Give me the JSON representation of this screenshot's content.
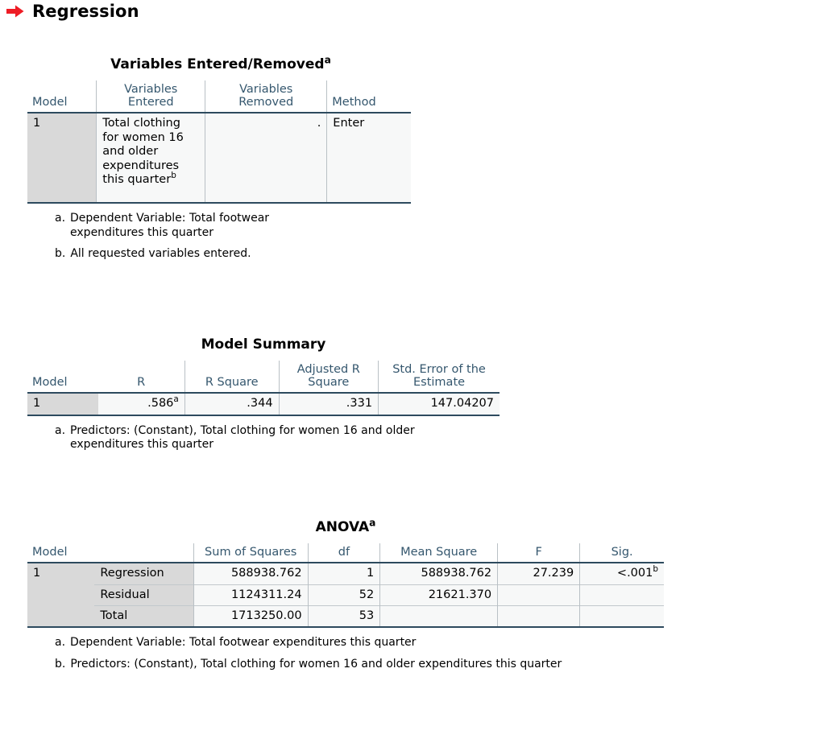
{
  "section": {
    "icon": "red-right-arrow-icon",
    "title": "Regression",
    "accent_color": "#ee1c25"
  },
  "theme": {
    "header_text": "#35576e",
    "rule_color": "#2d4a5e",
    "label_cell_bg": "#d9d9d9",
    "data_cell_bg": "#f7f8f8",
    "grid_color": "#b9c0c5"
  },
  "tables": [
    {
      "id": "variables-entered-removed",
      "title": "Variables Entered/Removed",
      "title_sup": "a",
      "columns": [
        "Model",
        "Variables Entered",
        "Variables Removed",
        "Method"
      ],
      "rows": [
        {
          "model": "1",
          "variables_entered": "Total clothing for women 16 and older expenditures this quarter",
          "variables_entered_sup": "b",
          "variables_removed": ".",
          "method": "Enter"
        }
      ],
      "notes": [
        {
          "mark": "a.",
          "text": "Dependent Variable: Total footwear expenditures this quarter"
        },
        {
          "mark": "b.",
          "text": "All requested variables entered."
        }
      ]
    },
    {
      "id": "model-summary",
      "title": "Model Summary",
      "title_sup": "",
      "columns": [
        "Model",
        "R",
        "R Square",
        "Adjusted R Square",
        "Std. Error of the Estimate"
      ],
      "rows": [
        {
          "model": "1",
          "r": ".586",
          "r_sup": "a",
          "r_square": ".344",
          "adjusted_r_square": ".331",
          "std_error": "147.04207"
        }
      ],
      "notes": [
        {
          "mark": "a.",
          "text": "Predictors: (Constant), Total clothing for women 16 and older expenditures this quarter"
        }
      ]
    },
    {
      "id": "anova",
      "title": "ANOVA",
      "title_sup": "a",
      "columns": [
        "Model",
        "",
        "Sum of Squares",
        "df",
        "Mean Square",
        "F",
        "Sig."
      ],
      "rows": [
        {
          "model": "1",
          "source": "Regression",
          "sum_of_squares": "588938.762",
          "df": "1",
          "mean_square": "588938.762",
          "f": "27.239",
          "sig": "<.001",
          "sig_sup": "b"
        },
        {
          "model": "",
          "source": "Residual",
          "sum_of_squares": "1124311.24",
          "df": "52",
          "mean_square": "21621.370",
          "f": "",
          "sig": "",
          "sig_sup": ""
        },
        {
          "model": "",
          "source": "Total",
          "sum_of_squares": "1713250.00",
          "df": "53",
          "mean_square": "",
          "f": "",
          "sig": "",
          "sig_sup": ""
        }
      ],
      "notes": [
        {
          "mark": "a.",
          "text": "Dependent Variable: Total footwear expenditures this quarter"
        },
        {
          "mark": "b.",
          "text": "Predictors: (Constant), Total clothing for women 16 and older expenditures this quarter"
        }
      ]
    }
  ]
}
